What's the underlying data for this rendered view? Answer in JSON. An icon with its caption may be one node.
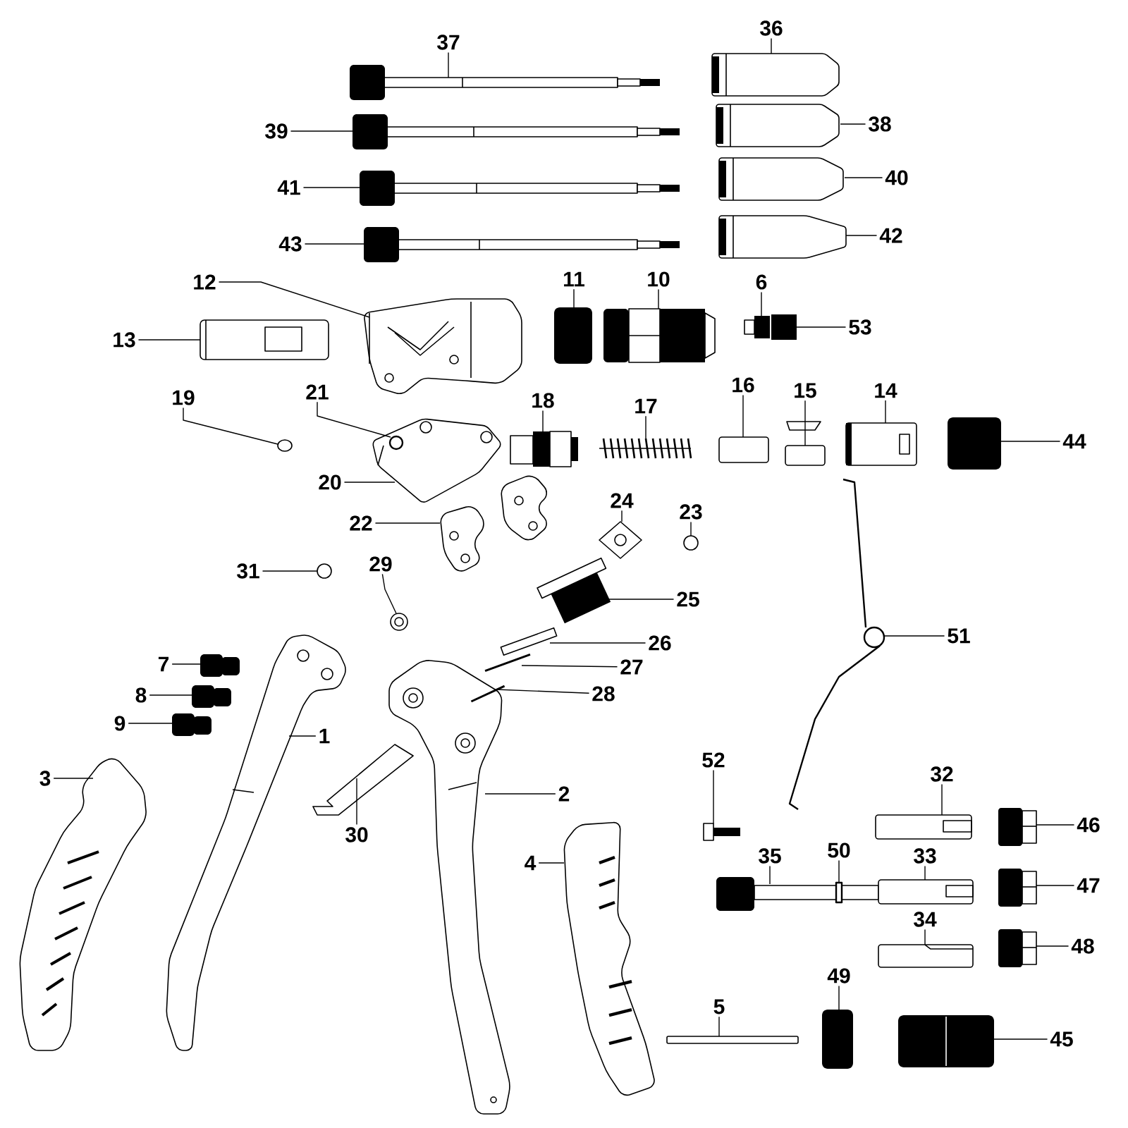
{
  "diagram": {
    "nodes": [
      {
        "text": [
          "36"
        ]
      },
      {
        "text": [
          "37"
        ]
      },
      {
        "text": [
          "39"
        ]
      },
      {
        "text": [
          "38"
        ]
      },
      {
        "text": [
          "40"
        ]
      },
      {
        "text": [
          "41"
        ]
      },
      {
        "text": [
          "42"
        ]
      },
      {
        "text": [
          "43"
        ]
      },
      {
        "text": [
          "12"
        ]
      },
      {
        "text": [
          "11"
        ]
      },
      {
        "text": [
          "10"
        ]
      },
      {
        "text": [
          "6"
        ]
      },
      {
        "text": [
          "53"
        ]
      },
      {
        "text": [
          "13"
        ]
      },
      {
        "text": [
          "14"
        ]
      },
      {
        "text": [
          "15"
        ]
      },
      {
        "text": [
          "16"
        ]
      },
      {
        "text": [
          "21"
        ]
      },
      {
        "text": [
          "19"
        ]
      },
      {
        "text": [
          "18"
        ]
      },
      {
        "text": [
          "17"
        ]
      },
      {
        "text": [
          "44"
        ]
      },
      {
        "text": [
          "20"
        ]
      },
      {
        "text": [
          "24"
        ]
      },
      {
        "text": [
          "23"
        ]
      },
      {
        "text": [
          "22"
        ]
      },
      {
        "text": [
          "29"
        ]
      },
      {
        "text": [
          "31"
        ]
      },
      {
        "text": [
          "25"
        ]
      },
      {
        "text": [
          "51"
        ]
      },
      {
        "text": [
          "26"
        ]
      },
      {
        "text": [
          "7"
        ]
      },
      {
        "text": [
          "27"
        ]
      },
      {
        "text": [
          "8"
        ]
      },
      {
        "text": [
          "28"
        ]
      },
      {
        "text": [
          "9"
        ]
      },
      {
        "text": [
          "1"
        ]
      },
      {
        "text": [
          "52"
        ]
      },
      {
        "text": [
          "32"
        ]
      },
      {
        "text": [
          "3"
        ]
      },
      {
        "text": [
          "2"
        ]
      },
      {
        "text": [
          "30"
        ]
      },
      {
        "text": [
          "46"
        ]
      },
      {
        "text": [
          "35"
        ]
      },
      {
        "text": [
          "50"
        ]
      },
      {
        "text": [
          "33"
        ]
      },
      {
        "text": [
          "4"
        ]
      },
      {
        "text": [
          "47"
        ]
      },
      {
        "text": [
          "34"
        ]
      },
      {
        "text": [
          "48"
        ]
      },
      {
        "text": [
          "49"
        ]
      },
      {
        "text": [
          "5"
        ]
      },
      {
        "text": [
          "45"
        ]
      },
      {
        "text": [],
        "shape": "picture"
      },
      {
        "text": [],
        "shape": "picture"
      },
      {
        "text": [],
        "shape": "picture"
      },
      {
        "text": [],
        "shape": "picture"
      },
      {
        "text": [],
        "shape": "picture"
      },
      {
        "text": [],
        "shape": "picture"
      },
      {
        "text": [],
        "shape": "picture"
      },
      {
        "text": [],
        "shape": "picture"
      },
      {
        "text": [],
        "shape": "picture"
      },
      {
        "text": [],
        "shape": "box"
      },
      {
        "text": [],
        "shape": "picture"
      },
      {
        "text": [],
        "shape": "box",
        "in": 65
      },
      {
        "text": [],
        "shape": "picture"
      },
      {
        "text": [],
        "shape": "picture"
      },
      {
        "text": [],
        "shape": "picture"
      },
      {
        "text": [],
        "shape": "picture"
      },
      {
        "text": [],
        "shape": "box"
      },
      {
        "text": [],
        "shape": "circle",
        "in": 75
      },
      {
        "text": [],
        "shape": "circle"
      },
      {
        "text": [],
        "shape": "picture"
      },
      {
        "text": [],
        "shape": "picture"
      },
      {
        "text": [],
        "shape": "picture"
      },
      {
        "text": [],
        "shape": "picture"
      },
      {
        "text": [],
        "shape": "picture"
      },
      {
        "text": [],
        "shape": "circle"
      },
      {
        "text": [],
        "shape": "picture"
      },
      {
        "text": [],
        "shape": "picture"
      },
      {
        "text": [],
        "shape": "circle"
      },
      {
        "text": [],
        "shape": "picture"
      },
      {
        "text": [],
        "shape": "picture"
      },
      {
        "text": [],
        "shape": "picture"
      },
      {
        "text": [],
        "shape": "box"
      },
      {
        "text": [],
        "shape": "picture"
      },
      {
        "text": [],
        "shape": "box"
      },
      {
        "text": [],
        "shape": "picture",
        "in": 93
      },
      {
        "text": [],
        "shape": "box"
      },
      {
        "text": [],
        "shape": "picture"
      },
      {
        "text": [],
        "shape": "picture"
      },
      {
        "text": [],
        "shape": "picture"
      },
      {
        "text": [],
        "shape": "picture"
      },
      {
        "text": [],
        "shape": "picture"
      },
      {
        "text": [],
        "shape": "picture"
      },
      {
        "text": [],
        "shape": "picture"
      },
      {
        "text": [],
        "shape": "picture"
      },
      {
        "text": [],
        "shape": "box",
        "in": 96
      },
      {
        "text": [],
        "shape": "picture"
      },
      {
        "text": [],
        "shape": "picture"
      },
      {
        "text": [],
        "shape": "picture"
      },
      {
        "text": [],
        "shape": "picture"
      },
      {
        "text": [],
        "shape": "picture"
      },
      {
        "text": [],
        "shape": "box"
      },
      {
        "text": [],
        "shape": "box"
      },
      {
        "text": [],
        "shape": "picture"
      }
    ],
    "edges": [
      {
        "from": 0,
        "to": 53,
        "arrow": "none"
      },
      {
        "from": 1,
        "to": 54,
        "arrow": "none"
      },
      {
        "from": 2,
        "to": 55,
        "arrow": "none"
      },
      {
        "from": 3,
        "to": 56,
        "arrow": "none"
      },
      {
        "from": 4,
        "to": 57,
        "arrow": "none"
      },
      {
        "from": 5,
        "to": 58,
        "arrow": "none"
      },
      {
        "from": 6,
        "to": 59,
        "arrow": "none"
      },
      {
        "from": 7,
        "to": 60,
        "arrow": "none"
      },
      {
        "from": 8,
        "to": 61,
        "arrow": "none"
      },
      {
        "from": 9,
        "to": 62,
        "arrow": "none"
      },
      {
        "from": 10,
        "to": 63,
        "arrow": "none"
      },
      {
        "from": 11,
        "to": 64,
        "arrow": "none"
      },
      {
        "from": 12,
        "to": 65,
        "arrow": "none"
      },
      {
        "from": 13,
        "to": 66,
        "arrow": "none"
      },
      {
        "from": 14,
        "to": 67,
        "arrow": "none"
      },
      {
        "from": 15,
        "to": 68,
        "arrow": "none"
      },
      {
        "from": 16,
        "to": 69,
        "arrow": "none"
      },
      {
        "from": 17,
        "to": 70,
        "arrow": "none"
      },
      {
        "from": 18,
        "to": 71,
        "arrow": "none"
      },
      {
        "from": 19,
        "to": 72,
        "arrow": "none"
      },
      {
        "from": 20,
        "to": 73,
        "arrow": "none"
      },
      {
        "from": 21,
        "to": 74,
        "arrow": "none"
      },
      {
        "from": 22,
        "to": 75,
        "arrow": "none"
      },
      {
        "from": 23,
        "to": 76,
        "arrow": "none"
      },
      {
        "from": 24,
        "to": 77,
        "arrow": "none"
      },
      {
        "from": 25,
        "to": 78,
        "arrow": "none"
      },
      {
        "from": 26,
        "to": 79,
        "arrow": "none"
      },
      {
        "from": 27,
        "to": 80,
        "arrow": "none"
      },
      {
        "from": 28,
        "to": 81,
        "arrow": "none"
      },
      {
        "from": 29,
        "to": 82,
        "arrow": "none"
      },
      {
        "from": 30,
        "to": 83,
        "arrow": "none"
      },
      {
        "from": 31,
        "to": 84,
        "arrow": "none"
      },
      {
        "from": 32,
        "to": 85,
        "arrow": "none"
      },
      {
        "from": 33,
        "to": 86,
        "arrow": "none"
      },
      {
        "from": 34,
        "to": 87,
        "arrow": "none"
      },
      {
        "from": 35,
        "to": 88,
        "arrow": "none"
      },
      {
        "from": 36,
        "to": 89,
        "arrow": "none"
      },
      {
        "from": 37,
        "to": 90,
        "arrow": "none"
      },
      {
        "from": 38,
        "to": 91,
        "arrow": "none"
      },
      {
        "from": 39,
        "to": 92,
        "arrow": "none"
      },
      {
        "from": 40,
        "to": 93,
        "arrow": "none"
      },
      {
        "from": 41,
        "to": 94,
        "arrow": "none"
      },
      {
        "from": 42,
        "to": 95,
        "arrow": "none"
      },
      {
        "from": 43,
        "to": 96,
        "arrow": "none"
      },
      {
        "from": 44,
        "to": 97,
        "arrow": "none"
      },
      {
        "from": 45,
        "to": 98,
        "arrow": "none"
      },
      {
        "from": 46,
        "to": 99,
        "arrow": "none"
      },
      {
        "from": 47,
        "to": 100,
        "arrow": "none"
      },
      {
        "from": 48,
        "to": 101,
        "arrow": "none"
      },
      {
        "from": 49,
        "to": 102,
        "arrow": "none"
      },
      {
        "from": 50,
        "to": 103,
        "arrow": "none"
      },
      {
        "from": 51,
        "to": 104,
        "arrow": "none"
      },
      {
        "from": 52,
        "to": 105,
        "arrow": "none"
      }
    ]
  }
}
